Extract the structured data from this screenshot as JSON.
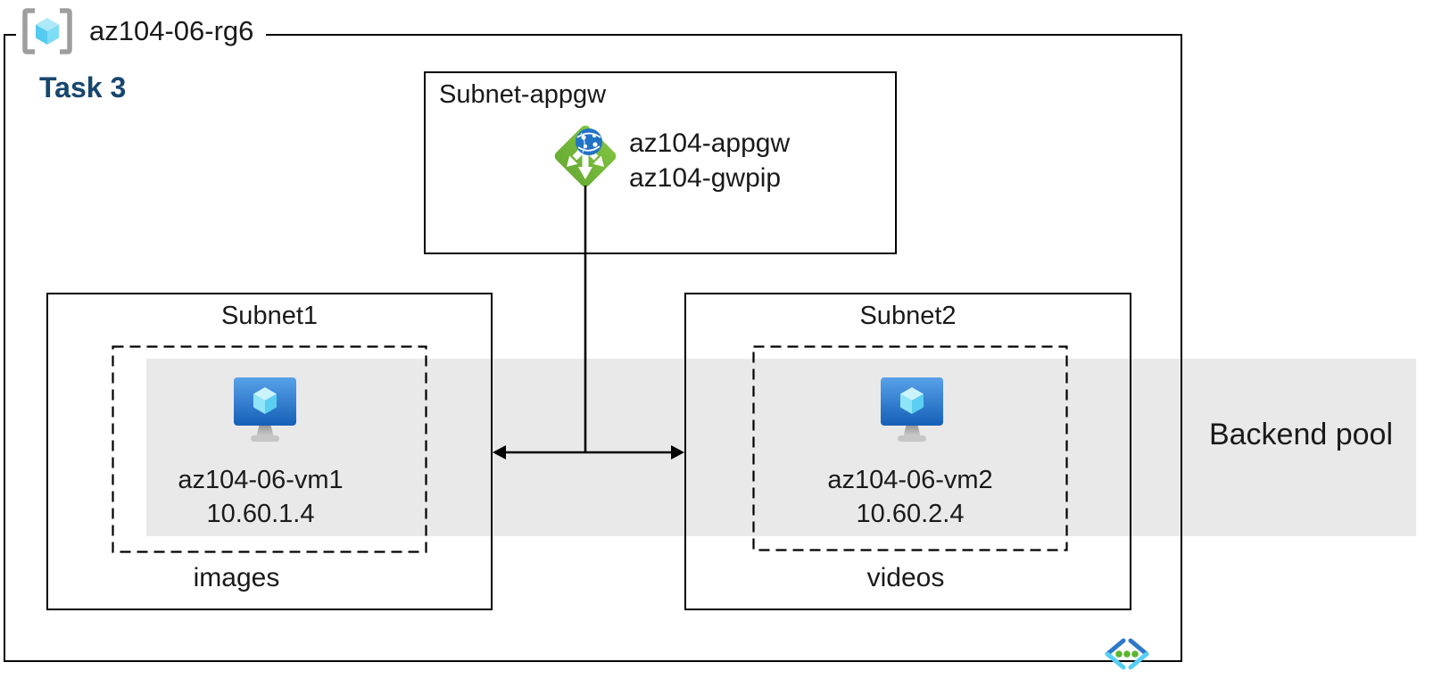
{
  "resource_group": {
    "name": "az104-06-rg6"
  },
  "task": {
    "label": "Task 3"
  },
  "appgw_subnet": {
    "label": "Subnet-appgw",
    "gateway_name": "az104-appgw",
    "public_ip_name": "az104-gwpip"
  },
  "subnet1": {
    "label": "Subnet1",
    "vm_name": "az104-06-vm1",
    "vm_ip": "10.60.1.4",
    "container_label": "images"
  },
  "subnet2": {
    "label": "Subnet2",
    "vm_name": "az104-06-vm2",
    "vm_ip": "10.60.2.4",
    "container_label": "videos"
  },
  "backend_pool": {
    "label": "Backend pool"
  },
  "icons": {
    "resource_group": "resource-group-icon",
    "application_gateway": "application-gateway-icon",
    "virtual_machine": "virtual-machine-icon",
    "virtual_network": "virtual-network-icon"
  },
  "colors": {
    "backend_pool_band": "#E9E9E9",
    "task_heading": "#17466E",
    "appgw_green": "#74B73C",
    "globe_blue": "#2173C4",
    "vm_screen_top": "#58A1E9",
    "vm_screen_bottom": "#1560B7",
    "cube_cyan_light": "#C9F3FE",
    "cube_cyan": "#55CBF1",
    "bracket_gray": "#9E9E9E",
    "vnet_dark_blue": "#2E79C7",
    "vnet_light_cyan": "#55CFF5",
    "vnet_green_dot": "#5CB52F",
    "border_black": "#000000"
  }
}
